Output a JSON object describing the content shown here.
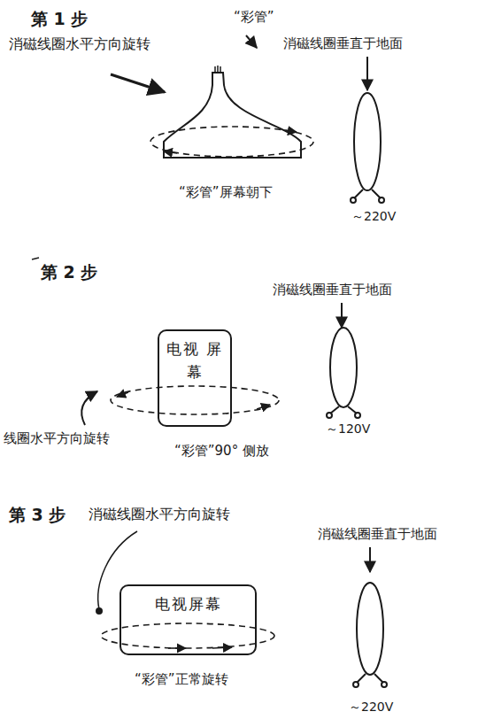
{
  "diagram": {
    "nodes": [
      {
        "text": [
          "电视 屏幕"
        ]
      },
      {
        "text": [
          "电视屏幕"
        ]
      }
    ],
    "labels": [
      "第 1 步",
      "消磁线圈水平方向旋转",
      "“彩管”",
      "消磁线圈垂直于地面",
      "“彩管”屏幕朝下",
      "～220V",
      "第 2 步",
      "消磁线圈垂直于地面",
      "线圈水平方向旋转",
      "～120V",
      "“彩管”90° 侧放",
      "第 3 步",
      "消磁线圈水平方向旋转",
      "消磁线圈垂直于地面",
      "“彩管”正常旋转",
      "～220V"
    ]
  }
}
